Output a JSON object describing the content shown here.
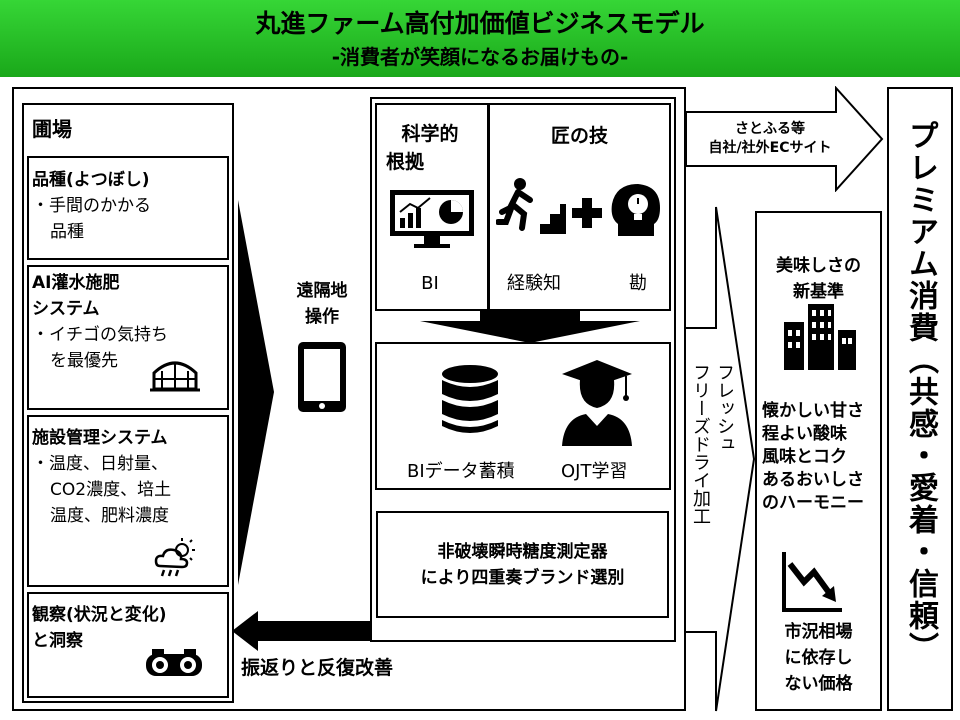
{
  "header": {
    "title": "丸進ファーム高付加価値ビジネスモデル",
    "subtitle": "-消費者が笑顔になるお届けもの-"
  },
  "field": {
    "title": "圃場",
    "variety": {
      "title": "品種(よつぼし)",
      "line1": "・手間のかかる",
      "line2": "品種"
    },
    "ai": {
      "title1": "AI灌水施肥",
      "title2": "システム",
      "line1": "・イチゴの気持ち",
      "line2": "を最優先"
    },
    "facility": {
      "title": "施設管理システム",
      "line1": "・温度、日射量、",
      "line2": "CO2濃度、培土",
      "line3": "温度、肥料濃度"
    },
    "observe": {
      "line1": "観察(状況と変化)",
      "line2": "と洞察"
    }
  },
  "remote": {
    "line1": "遠隔地",
    "line2": "操作"
  },
  "science": {
    "line1": "科学的",
    "line2": "根拠",
    "bi": "BI"
  },
  "craft": {
    "title": "匠の技",
    "experience": "経験知",
    "intuition": "勘"
  },
  "data": {
    "bi_data": "BIデータ蓄積",
    "ojt": "OJT学習"
  },
  "measure": {
    "line1": "非破壊瞬時糖度測定器",
    "line2": "により四重奏ブランド選別"
  },
  "feedback": "振返りと反復改善",
  "sales": {
    "line1": "さとふる等",
    "line2": "自社/社外ECサイト"
  },
  "freeze": {
    "line1": "フレッシュ",
    "line2": "フリーズドライ加工"
  },
  "taste": {
    "title1": "美味しさの",
    "title2": "新基準",
    "line1": "懐かしい甘さ",
    "line2": "程よい酸味",
    "line3": "風味とコク",
    "line4": "あるおいしさ",
    "line5": "のハーモニー",
    "market1": "市況相場",
    "market2": "に依存し",
    "market3": "ない価格"
  },
  "premium": "プレミアム消費（共感・愛着・信頼）",
  "colors": {
    "banner_top": "#36d636",
    "banner_bottom": "#1aa81a",
    "line": "#000000"
  },
  "icons": [
    "greenhouse-icon",
    "weather-icon",
    "binoculars-icon",
    "tablet-icon",
    "dashboard-icon",
    "climber-icon",
    "plus-icon",
    "idea-head-icon",
    "database-icon",
    "graduate-icon",
    "building-icon",
    "down-trend-icon"
  ]
}
